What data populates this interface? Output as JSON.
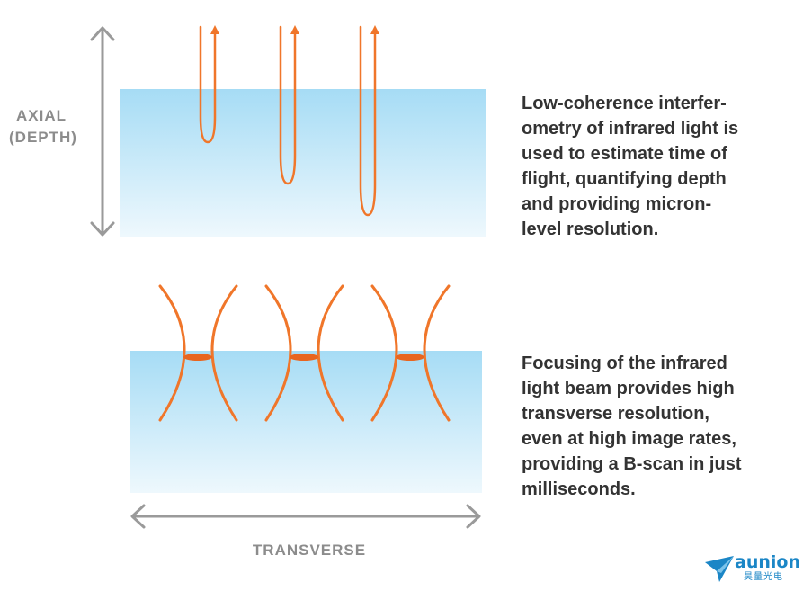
{
  "labels": {
    "axial_line1": "AXIAL",
    "axial_line2": "(DEPTH)",
    "transverse": "TRANSVERSE"
  },
  "descriptions": {
    "axial": [
      "Low-coherence interfer-",
      "ometry of infrared light is",
      "used to estimate time of",
      "flight, quantifying depth",
      "and providing micron-",
      "level resolution."
    ],
    "focusing": [
      "Focusing of the infrared",
      "light beam provides high",
      "transverse resolution,",
      "even at high image rates,",
      "providing a B-scan in just",
      "milliseconds."
    ]
  },
  "logo": {
    "name": "aunion",
    "subtitle": "昊量光电"
  },
  "colors": {
    "beam": "#f0762a",
    "tissue_top": "#a6dcf5",
    "tissue_bottom": "#eef8fd",
    "axis": "#9a9a9a",
    "text": "#333333",
    "brand": "#1b86c6"
  },
  "icons": {
    "arrowheads": "arrowhead-icon",
    "logo": "paper-plane-icon"
  }
}
